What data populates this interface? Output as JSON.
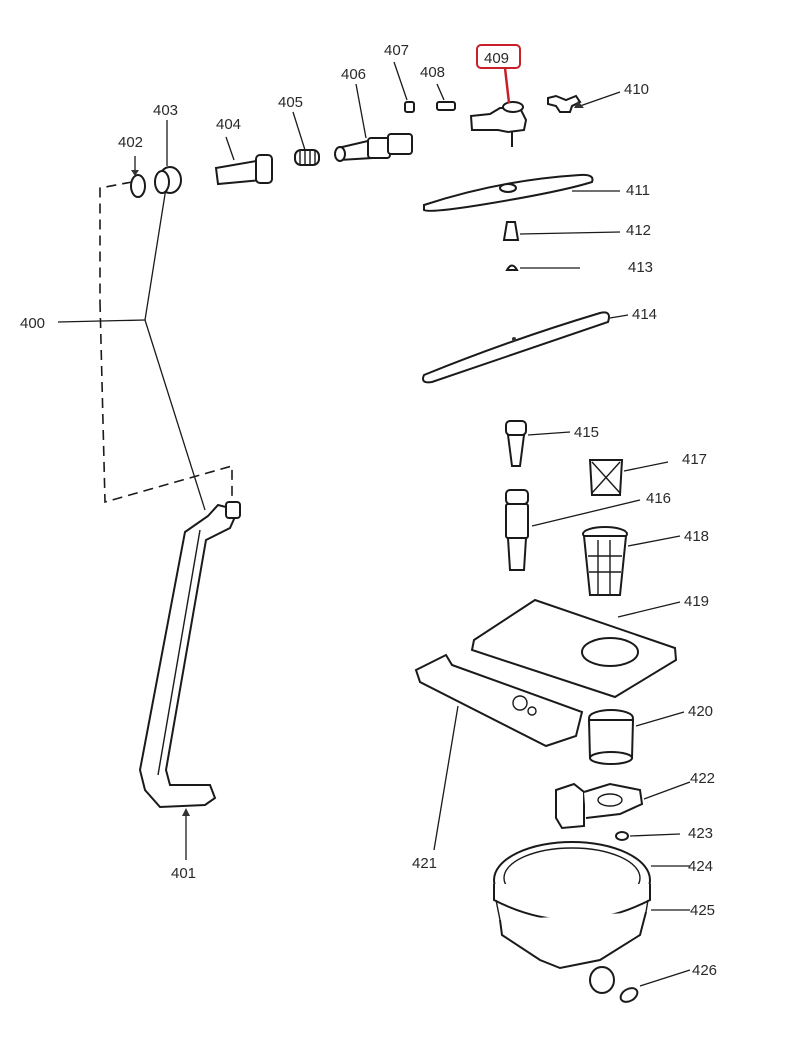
{
  "diagram": {
    "title": "Exploded parts diagram",
    "highlight_color": "#c8202a",
    "highlighted_part": "409",
    "labels": {
      "p400": "400",
      "p401": "401",
      "p402": "402",
      "p403": "403",
      "p404": "404",
      "p405": "405",
      "p406": "406",
      "p407": "407",
      "p408": "408",
      "p409": "409",
      "p410": "410",
      "p411": "411",
      "p412": "412",
      "p413": "413",
      "p414": "414",
      "p415": "415",
      "p416": "416",
      "p417": "417",
      "p418": "418",
      "p419": "419",
      "p420": "420",
      "p421": "421",
      "p422": "422",
      "p423": "423",
      "p424": "424",
      "p425": "425",
      "p426": "426"
    }
  }
}
